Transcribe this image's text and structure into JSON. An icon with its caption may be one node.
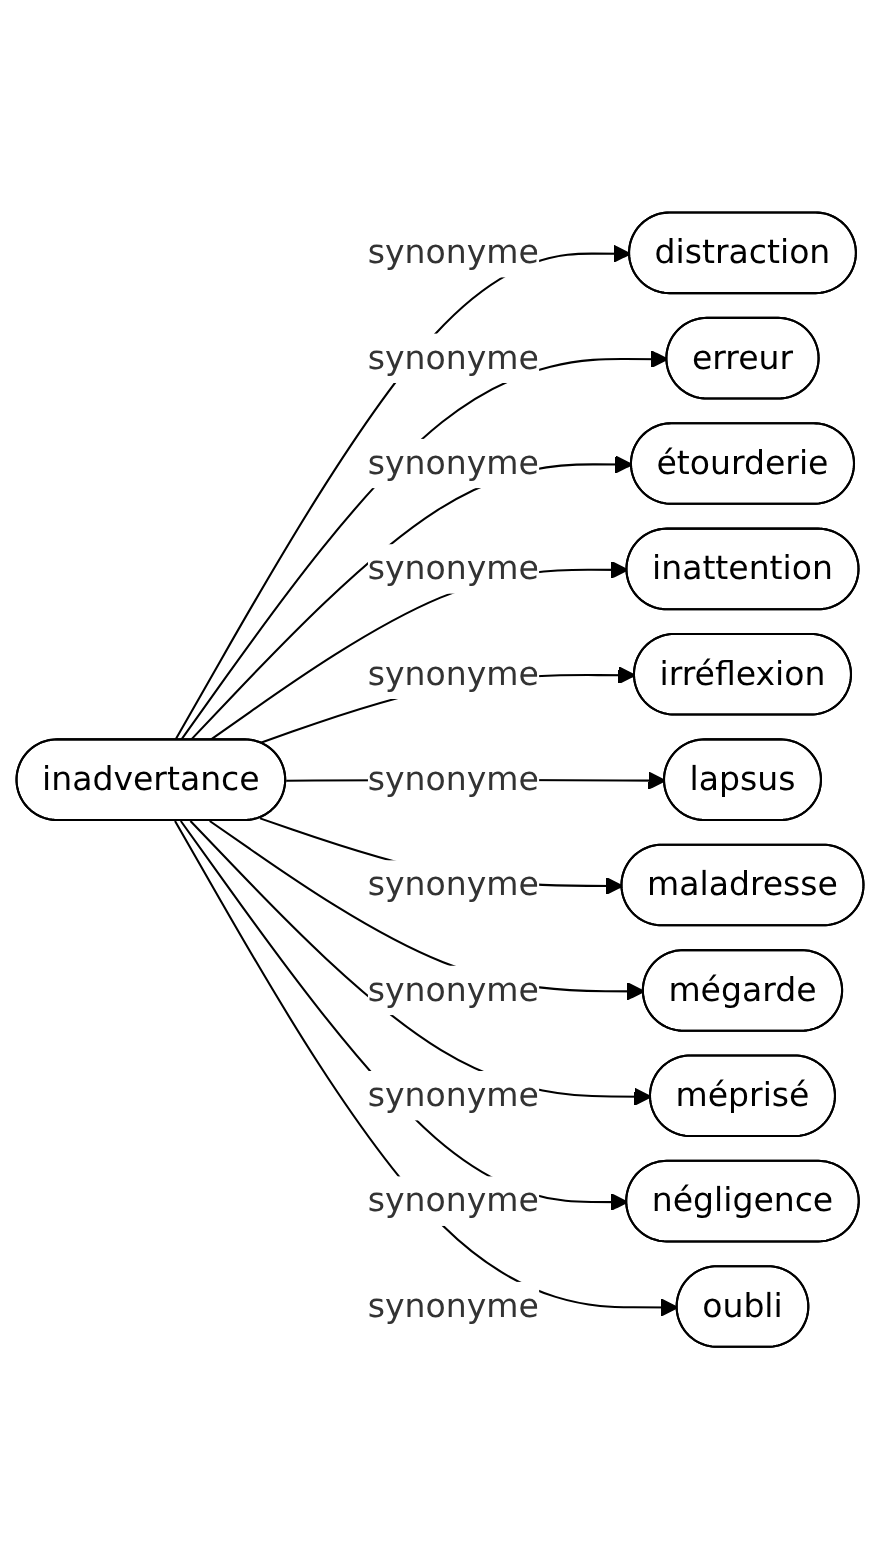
{
  "diagram": {
    "nodes": [
      {
        "text": [
          "inadvertance"
        ]
      },
      {
        "text": [
          "distraction"
        ]
      },
      {
        "text": [
          "erreur"
        ]
      },
      {
        "text": [
          "étourderie"
        ]
      },
      {
        "text": [
          "inattention"
        ]
      },
      {
        "text": [
          "irréflexion"
        ]
      },
      {
        "text": [
          "lapsus"
        ]
      },
      {
        "text": [
          "maladresse"
        ]
      },
      {
        "text": [
          "mégarde"
        ]
      },
      {
        "text": [
          "méprisé"
        ]
      },
      {
        "text": [
          "négligence"
        ]
      },
      {
        "text": [
          "oubli"
        ]
      }
    ],
    "edges": [
      {
        "from": 0,
        "to": 1,
        "arrow": "to",
        "label": "synonyme"
      },
      {
        "from": 0,
        "to": 2,
        "arrow": "to",
        "label": "synonyme"
      },
      {
        "from": 0,
        "to": 3,
        "arrow": "to",
        "label": "synonyme"
      },
      {
        "from": 0,
        "to": 4,
        "arrow": "to",
        "label": "synonyme"
      },
      {
        "from": 0,
        "to": 5,
        "arrow": "to",
        "label": "synonyme"
      },
      {
        "from": 0,
        "to": 6,
        "arrow": "to",
        "label": "synonyme"
      },
      {
        "from": 0,
        "to": 7,
        "arrow": "to",
        "label": "synonyme"
      },
      {
        "from": 0,
        "to": 8,
        "arrow": "to",
        "label": "synonyme"
      },
      {
        "from": 0,
        "to": 9,
        "arrow": "to",
        "label": "synonyme"
      },
      {
        "from": 0,
        "to": 10,
        "arrow": "to",
        "label": "synonyme"
      },
      {
        "from": 0,
        "to": 11,
        "arrow": "to",
        "label": "synonyme"
      }
    ]
  }
}
